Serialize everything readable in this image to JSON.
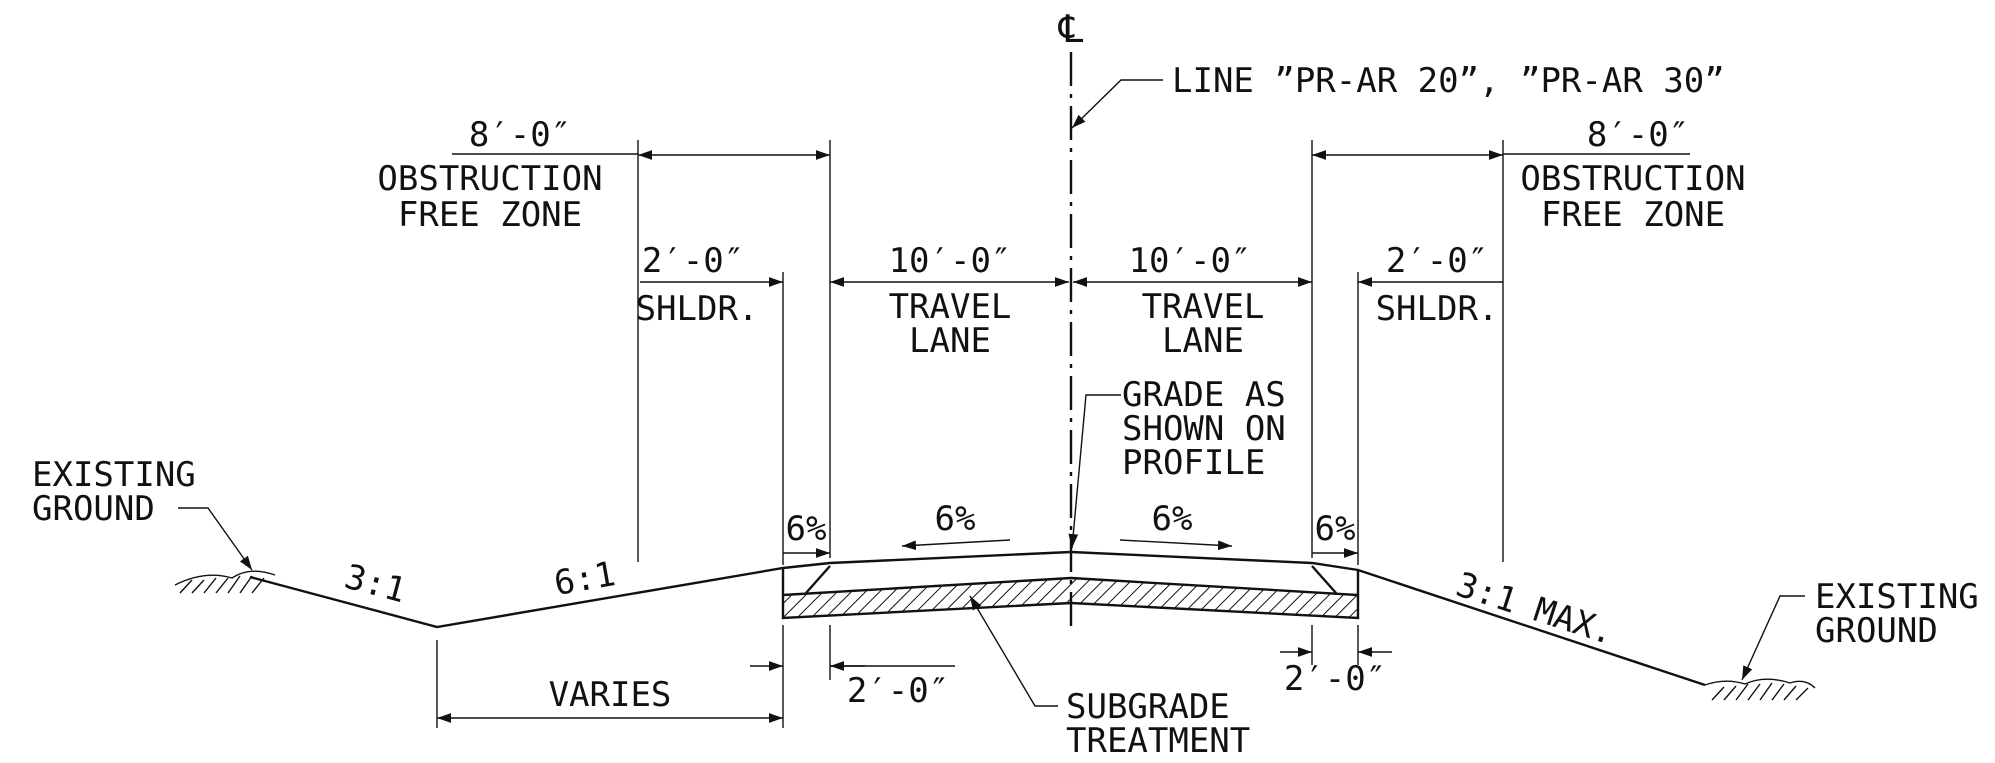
{
  "centerline_symbol": "℄",
  "alignment_label": "LINE ”PR-AR 20”, ”PR-AR 30”",
  "left": {
    "ofz_dim": "8′-0″",
    "ofz_label_1": "OBSTRUCTION",
    "ofz_label_2": "FREE ZONE",
    "shoulder_dim": "2′-0″",
    "shoulder_label": "SHLDR.",
    "lane_dim": "10′-0″",
    "lane_label_1": "TRAVEL",
    "lane_label_2": "LANE",
    "shoulder_slope": "6%",
    "lane_slope": "6%",
    "fill_slope": "6:1",
    "cut_slope": "3:1",
    "ground_label_1": "EXISTING",
    "ground_label_2": "GROUND",
    "varies_label": "VARIES",
    "subgrade_ext_dim": "2′-0″"
  },
  "right": {
    "ofz_dim": "8′-0″",
    "ofz_label_1": "OBSTRUCTION",
    "ofz_label_2": "FREE ZONE",
    "shoulder_dim": "2′-0″",
    "shoulder_label": "SHLDR.",
    "lane_dim": "10′-0″",
    "lane_label_1": "TRAVEL",
    "lane_label_2": "LANE",
    "shoulder_slope": "6%",
    "lane_slope": "6%",
    "side_slope": "3:1 MAX.",
    "ground_label_1": "EXISTING",
    "ground_label_2": "GROUND",
    "subgrade_ext_dim": "2′-0″"
  },
  "grade_note_1": "GRADE AS",
  "grade_note_2": "SHOWN ON",
  "grade_note_3": "PROFILE",
  "subgrade_label_1": "SUBGRADE",
  "subgrade_label_2": "TREATMENT"
}
